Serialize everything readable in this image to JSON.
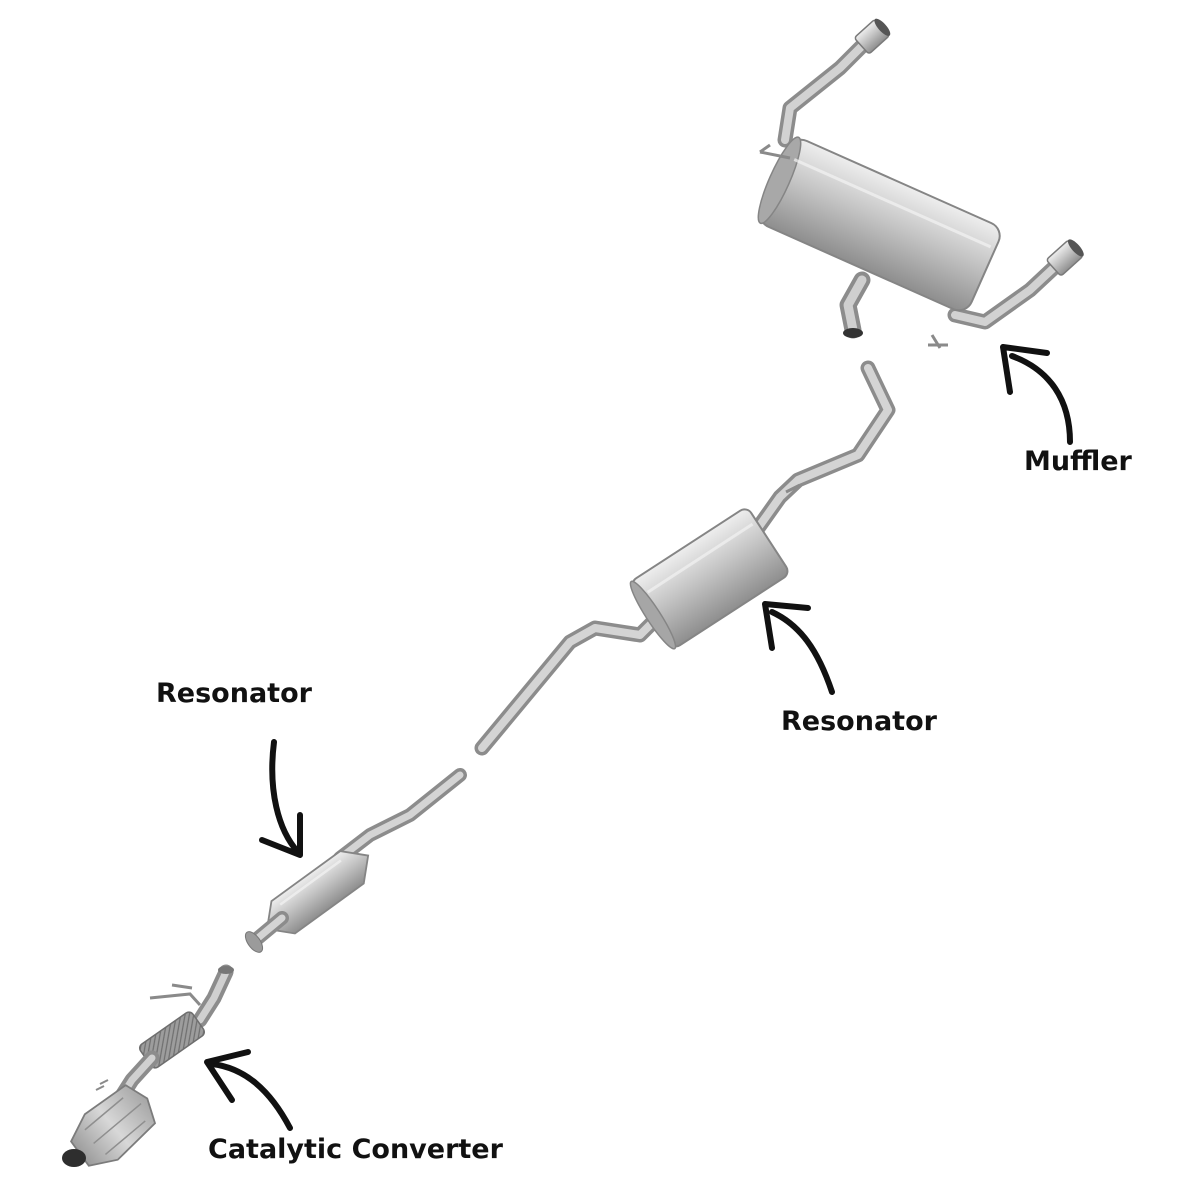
{
  "colors": {
    "background": "#ffffff",
    "metal_light": "#d9d9d9",
    "metal_mid": "#b3b3b3",
    "metal_dark": "#8a8a8a",
    "label": "#111111",
    "arrow": "#111111"
  },
  "labels": {
    "muffler": "Muffler",
    "rear_resonator": "Resonator",
    "front_resonator": "Resonator",
    "catalytic_converter": "Catalytic Converter"
  },
  "parts": [
    {
      "id": "muffler",
      "icon": "muffler-icon"
    },
    {
      "id": "rear-resonator",
      "icon": "resonator-icon"
    },
    {
      "id": "front-resonator",
      "icon": "resonator-icon"
    },
    {
      "id": "catalytic-converter",
      "icon": "catalytic-converter-icon"
    }
  ]
}
